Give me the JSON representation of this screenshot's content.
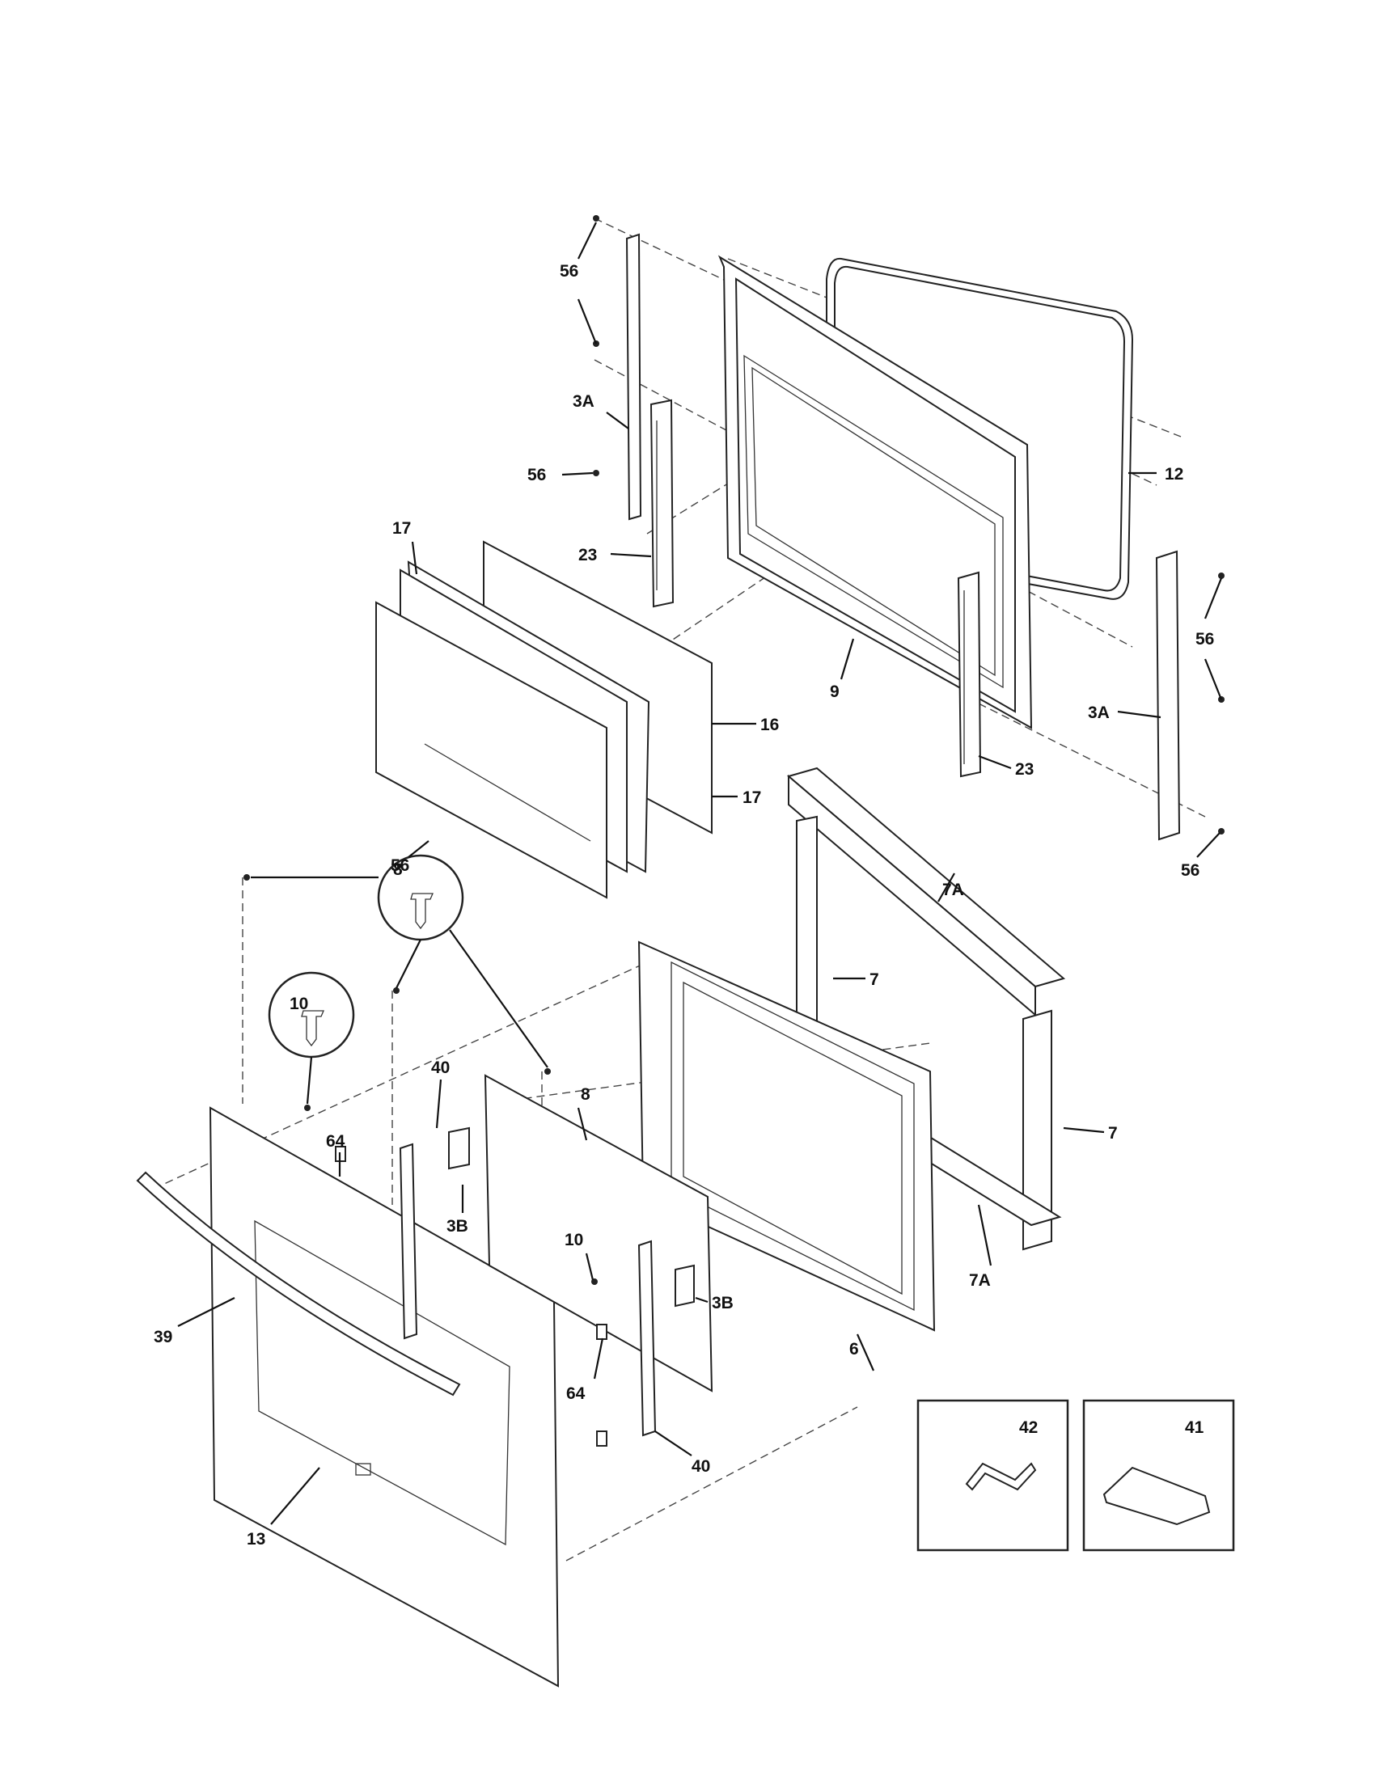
{
  "callouts": [
    {
      "id": "c-56-a",
      "text": "56"
    },
    {
      "id": "c-3a-a",
      "text": "3A"
    },
    {
      "id": "c-56-b",
      "text": "56"
    },
    {
      "id": "c-12",
      "text": "12"
    },
    {
      "id": "c-17-a",
      "text": "17"
    },
    {
      "id": "c-23-a",
      "text": "23"
    },
    {
      "id": "c-16",
      "text": "16"
    },
    {
      "id": "c-9",
      "text": "9"
    },
    {
      "id": "c-56-c",
      "text": "56"
    },
    {
      "id": "c-3a-b",
      "text": "3A"
    },
    {
      "id": "c-17-b",
      "text": "17"
    },
    {
      "id": "c-23-b",
      "text": "23"
    },
    {
      "id": "c-8-a",
      "text": "8"
    },
    {
      "id": "c-7a-a",
      "text": "7A"
    },
    {
      "id": "c-56-d",
      "text": "56"
    },
    {
      "id": "c-56-e",
      "text": "56"
    },
    {
      "id": "c-7-a",
      "text": "7"
    },
    {
      "id": "c-10-a",
      "text": "10"
    },
    {
      "id": "c-40-a",
      "text": "40"
    },
    {
      "id": "c-8-b",
      "text": "8"
    },
    {
      "id": "c-7-b",
      "text": "7"
    },
    {
      "id": "c-64-a",
      "text": "64"
    },
    {
      "id": "c-3b-a",
      "text": "3B"
    },
    {
      "id": "c-10-b",
      "text": "10"
    },
    {
      "id": "c-3b-b",
      "text": "3B"
    },
    {
      "id": "c-7a-b",
      "text": "7A"
    },
    {
      "id": "c-39",
      "text": "39"
    },
    {
      "id": "c-6",
      "text": "6"
    },
    {
      "id": "c-64-b",
      "text": "64"
    },
    {
      "id": "c-42",
      "text": "42"
    },
    {
      "id": "c-41",
      "text": "41"
    },
    {
      "id": "c-40-b",
      "text": "40"
    },
    {
      "id": "c-13",
      "text": "13"
    }
  ]
}
